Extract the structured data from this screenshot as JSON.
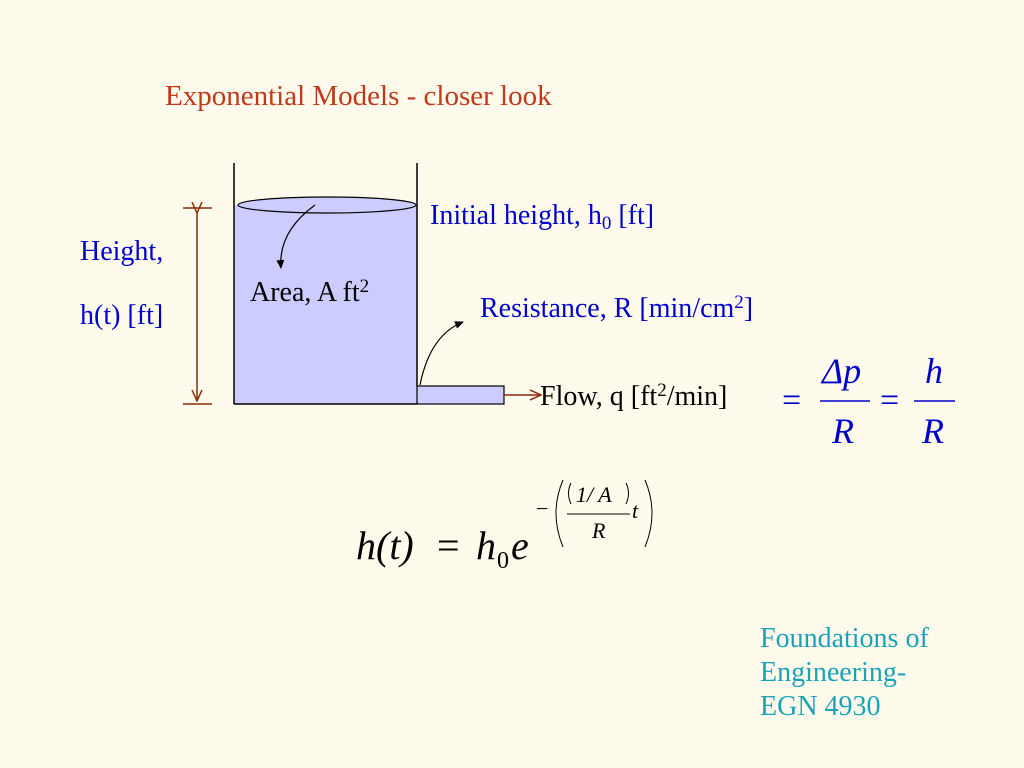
{
  "slide": {
    "title": "Exponential Models - closer look",
    "labels": {
      "height_line1": "Height,",
      "height_line2": "h(t) [ft]",
      "initial_height": "Initial height, h",
      "initial_height_sub": "0",
      "initial_height_unit": " [ft]",
      "area": "Area, A ft",
      "area_sup": "2",
      "resistance": "Resistance, R [min/cm",
      "resistance_sup": "2",
      "resistance_end": "]",
      "flow": "Flow, q [ft",
      "flow_sup": "2",
      "flow_end": "/min]"
    },
    "flow_equation": {
      "eq1": "=",
      "num1": "Δp",
      "den1": "R",
      "eq2": "=",
      "num2": "h",
      "den2": "R"
    },
    "main_equation": {
      "lhs": "h(t)",
      "eq": "=",
      "h": "h",
      "h_sub": "0",
      "e": "e",
      "minus": "−",
      "inner_num": "1/ A",
      "inner_den": "R",
      "t": "t"
    },
    "footer": {
      "line1": "Foundations of",
      "line2": "Engineering-",
      "line3": "EGN 4930"
    },
    "colors": {
      "background": "#fffbec",
      "title": "#c0391b",
      "label": "#0000cc",
      "tank_fill": "#ccccff",
      "arrow": "#8b2a0a",
      "footer": "#1aa3b8"
    }
  }
}
